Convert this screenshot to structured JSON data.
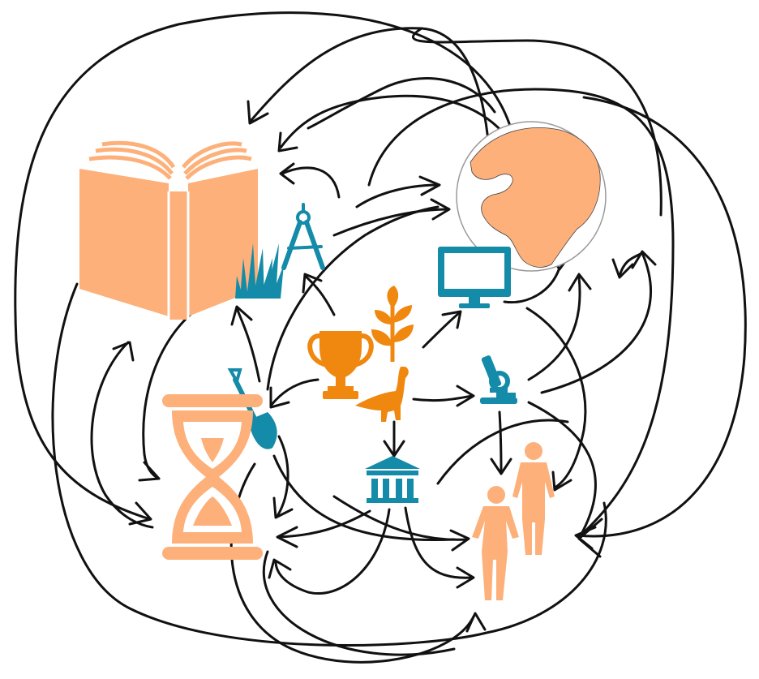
{
  "colors": {
    "peach": "#FDB07A",
    "peach_edge": "#E89558",
    "orange": "#F0870F",
    "teal": "#148BA8",
    "ink": "#111111",
    "ocean": "#FFFFFF"
  },
  "nodes": [
    {
      "id": "book",
      "icon": "open-book-icon",
      "color": "peach"
    },
    {
      "id": "globe",
      "icon": "globe-icon",
      "color": "peach"
    },
    {
      "id": "hourglass",
      "icon": "hourglass-icon",
      "color": "peach"
    },
    {
      "id": "people",
      "icon": "people-icon",
      "color": "peach"
    },
    {
      "id": "compass",
      "icon": "drafting-compass-icon",
      "color": "teal"
    },
    {
      "id": "grass",
      "icon": "grass-icon",
      "color": "teal"
    },
    {
      "id": "monitor",
      "icon": "monitor-icon",
      "color": "teal"
    },
    {
      "id": "microscope",
      "icon": "microscope-icon",
      "color": "teal"
    },
    {
      "id": "shovel",
      "icon": "shovel-icon",
      "color": "teal"
    },
    {
      "id": "museum",
      "icon": "museum-icon",
      "color": "teal"
    },
    {
      "id": "trophy",
      "icon": "trophy-icon",
      "color": "orange"
    },
    {
      "id": "plant",
      "icon": "plant-icon",
      "color": "orange"
    },
    {
      "id": "dinosaur",
      "icon": "dinosaur-icon",
      "color": "orange"
    }
  ]
}
